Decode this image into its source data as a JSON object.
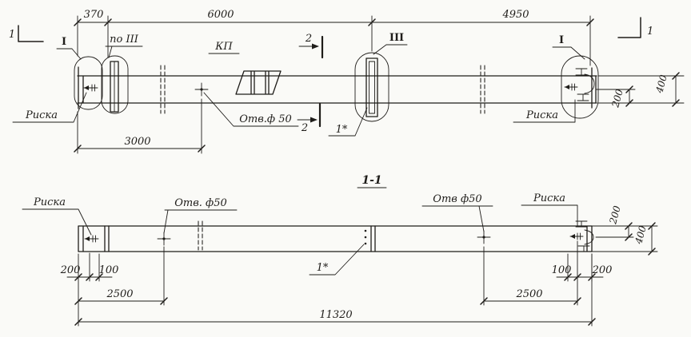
{
  "palette": {
    "ink": "#1f1d1a",
    "paper": "#fafaf7"
  },
  "elevation": {
    "dim_370": "370",
    "dim_6000": "6000",
    "dim_4950": "4950",
    "dim_3000": "3000",
    "dim_200": "200",
    "dim_400": "400",
    "section_mark_left": "1",
    "section_mark_right": "1",
    "cut_2_top": "2",
    "cut_2_bottom": "2",
    "detail_i_left": "I",
    "detail_po_iii": "по III",
    "kp_mark": "КП",
    "detail_iii": "III",
    "note_1_star": "1*",
    "detail_i_right": "I",
    "riska_left": "Риска",
    "riska_right": "Риска",
    "hole_label": "Отв.ф 50"
  },
  "section": {
    "title": "1-1",
    "riska_left": "Риска",
    "riska_right": "Риска",
    "hole_left": "Отв. ф50",
    "hole_right": "Отв ф50",
    "note_1_star": "1*",
    "dim_200_left": "200",
    "dim_100_left": "100",
    "dim_2500_left": "2500",
    "dim_100_right": "100",
    "dim_200_right": "200",
    "dim_2500_right": "2500",
    "dim_11320": "11320",
    "dim_200_vert": "200",
    "dim_400_vert": "400"
  }
}
